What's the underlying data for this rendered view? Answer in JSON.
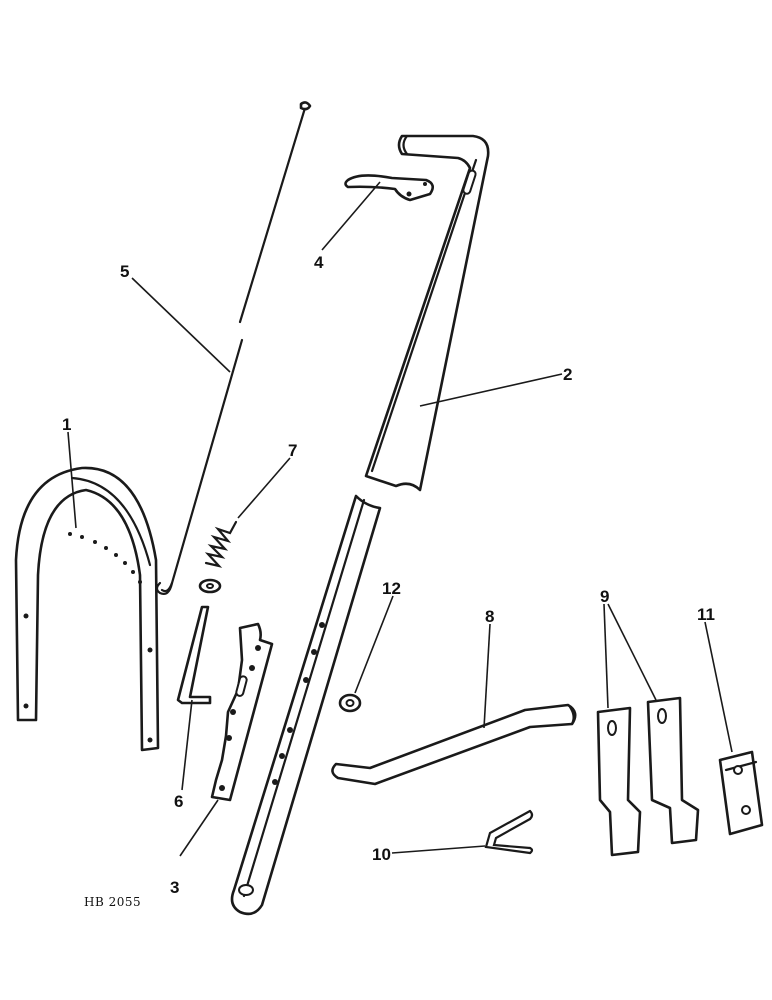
{
  "drawing_number": "HB 2055",
  "callouts": {
    "c1": "1",
    "c2": "2",
    "c3": "3",
    "c4": "4",
    "c5": "5",
    "c6": "6",
    "c7": "7",
    "c8": "8",
    "c9": "9",
    "c10": "10",
    "c11": "11",
    "c12": "12"
  }
}
